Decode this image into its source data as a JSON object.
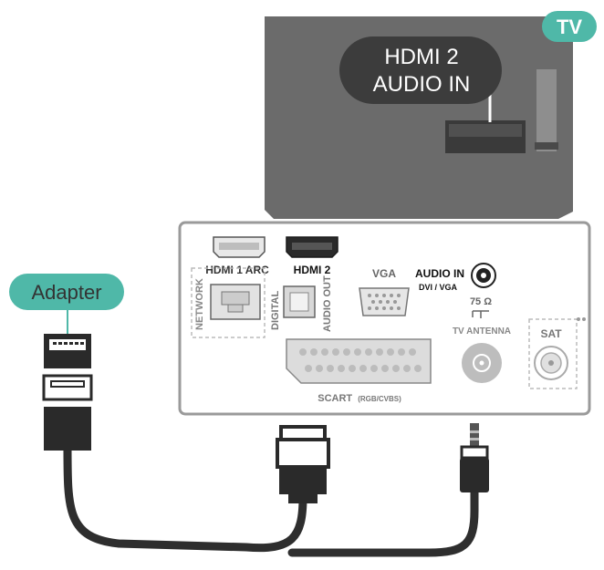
{
  "badges": {
    "tv": "TV",
    "adapter": "Adapter"
  },
  "callout": {
    "line1": "HDMI 2",
    "line2": "AUDIO IN"
  },
  "panel": {
    "hdmi1_arc": "HDMI 1 ARC",
    "hdmi2": "HDMI 2",
    "vga": "VGA",
    "audio_in": "AUDIO IN",
    "audio_in_sub": "DVI / VGA",
    "ohm": "75 Ω",
    "tv_antenna": "TV ANTENNA",
    "sat": "SAT",
    "network": "NETWORK",
    "digital": "DIGITAL",
    "audio_out": "AUDIO OUT",
    "scart_main": "SCART",
    "scart_sub": "(RGB/CVBS)"
  },
  "colors": {
    "accent": "#4fb8a8",
    "callout_bg": "#3c3c3c",
    "tv_body": "#6b6b6b",
    "panel_border": "#9a9a9a",
    "cable": "#2e2e2e"
  }
}
